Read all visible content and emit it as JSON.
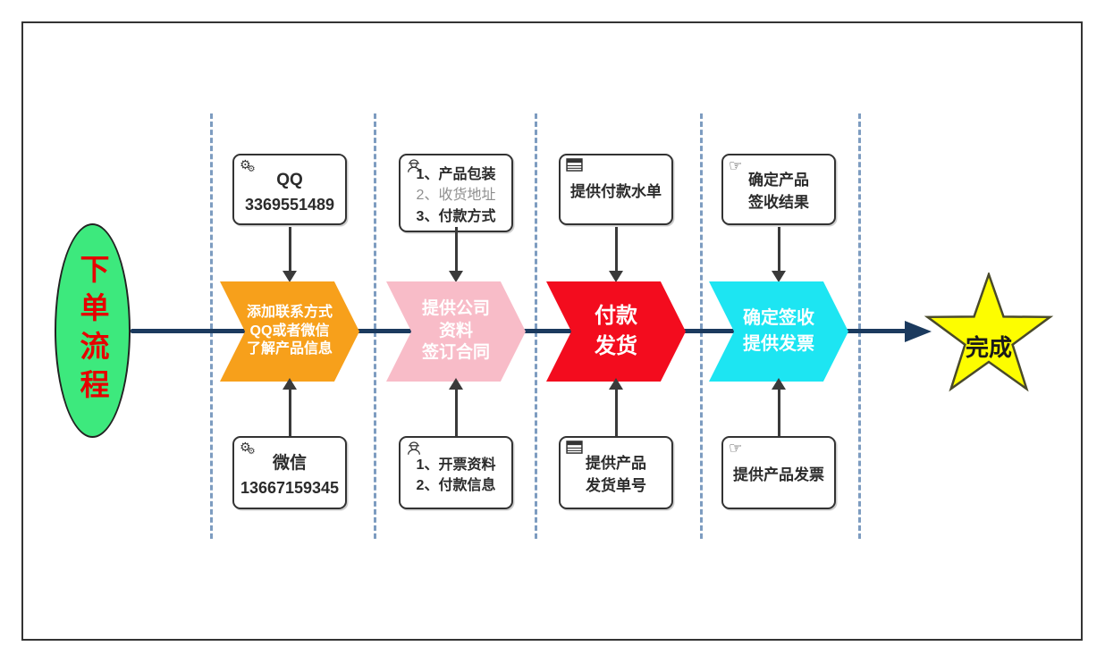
{
  "flow": {
    "start": {
      "label": "下单流程"
    },
    "finish": {
      "label": "完成"
    },
    "stages": [
      {
        "top_box": {
          "icon": "gears-icon",
          "lines": [
            "QQ",
            "3369551489"
          ]
        },
        "chevron": {
          "color": "#f7a01b",
          "lines": [
            "添加联系方式",
            "QQ或者微信",
            "了解产品信息"
          ]
        },
        "bottom_box": {
          "icon": "gears-icon",
          "lines": [
            "微信",
            "13667159345"
          ]
        }
      },
      {
        "top_box": {
          "icon": "worker-icon",
          "lines": [
            "1、产品包装",
            "2、收货地址",
            "3、付款方式"
          ]
        },
        "chevron": {
          "color": "#f8bcc8",
          "lines": [
            "提供公司",
            "资料",
            "签订合同"
          ]
        },
        "bottom_box": {
          "icon": "worker-icon",
          "lines": [
            "1、开票资料",
            "2、付款信息"
          ]
        }
      },
      {
        "top_box": {
          "icon": "table-icon",
          "lines": [
            "提供付款水单"
          ]
        },
        "chevron": {
          "color": "#f30c1e",
          "lines": [
            "付款",
            "发货"
          ]
        },
        "bottom_box": {
          "icon": "table-icon",
          "lines": [
            "提供产品",
            "发货单号"
          ]
        }
      },
      {
        "top_box": {
          "icon": "hand-icon",
          "lines": [
            "确定产品",
            "签收结果"
          ]
        },
        "chevron": {
          "color": "#1de5f2",
          "lines": [
            "确定签收",
            "提供发票"
          ]
        },
        "bottom_box": {
          "icon": "hand-icon",
          "lines": [
            "提供产品发票"
          ]
        }
      }
    ],
    "colors": {
      "start_fill": "#3de97d",
      "start_text": "#e60000",
      "main_line": "#1b3a5e",
      "divider_dash": "#7d9cc0",
      "star_fill": "#fdfd00",
      "star_stroke": "#4a4a2a",
      "box_border": "#333333",
      "connector": "#3a3a3a"
    }
  },
  "icons": {
    "gears_glyph": "⚙",
    "hand_glyph": "☞"
  }
}
